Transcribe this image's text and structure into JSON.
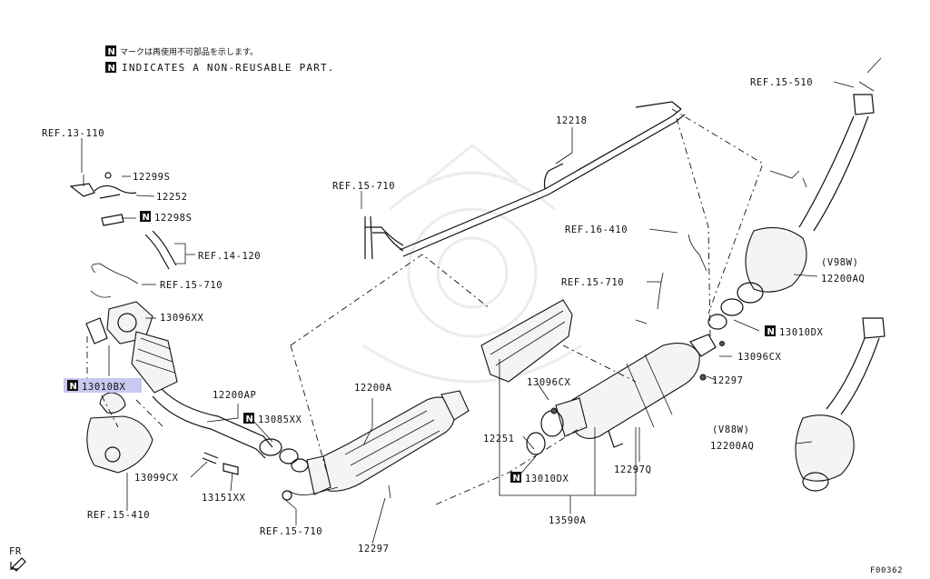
{
  "notes": {
    "jp": "マークは再使用不可部品を示します。",
    "en": "INDICATES A NON-REUSABLE PART.",
    "mark": "N"
  },
  "labels": {
    "ref_13_110": "REF.13-110",
    "p12299s": "12299S",
    "p12252": "12252",
    "p12298s": "12298S",
    "ref_14_120": "REF.14-120",
    "ref_15_710_a": "REF.15-710",
    "p13096xx": "13096XX",
    "p13010bx": "13010BX",
    "p12200ap": "12200AP",
    "p13085xx": "13085XX",
    "p13099cx": "13099CX",
    "p13151xx": "13151XX",
    "ref_15_410": "REF.15-410",
    "ref_15_710_b": "REF.15-710",
    "p12297_a": "12297",
    "p12200a": "12200A",
    "ref_15_710_c": "REF.15-710",
    "p12218": "12218",
    "ref_16_410": "REF.16-410",
    "ref_15_710_d": "REF.15-710",
    "p13096cx_a": "13096CX",
    "p12251": "12251",
    "p13010dx_a": "13010DX",
    "p12297q": "12297Q",
    "p13590a": "13590A",
    "p12297_b": "12297",
    "p13096cx_b": "13096CX",
    "p13010dx_b": "13010DX",
    "ref_15_510": "REF.15-510",
    "v98w": "(V98W)",
    "p12200aq_a": "12200AQ",
    "v88w": "(V88W)",
    "p12200aq_b": "12200AQ",
    "fr": "FR",
    "code": "F00362"
  },
  "colors": {
    "line": "#111111",
    "highlight": "#c9c8f0",
    "n_box": "#111111",
    "watermark": "#ececec"
  },
  "icons": {
    "non_reusable": "n-box-icon",
    "front": "fr-arrow-icon"
  }
}
